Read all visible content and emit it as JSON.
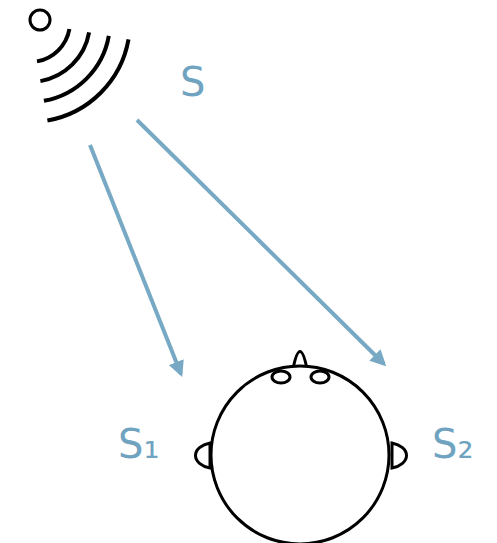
{
  "diagram": {
    "labels": [
      "S",
      "S₁",
      "S₂"
    ]
  }
}
